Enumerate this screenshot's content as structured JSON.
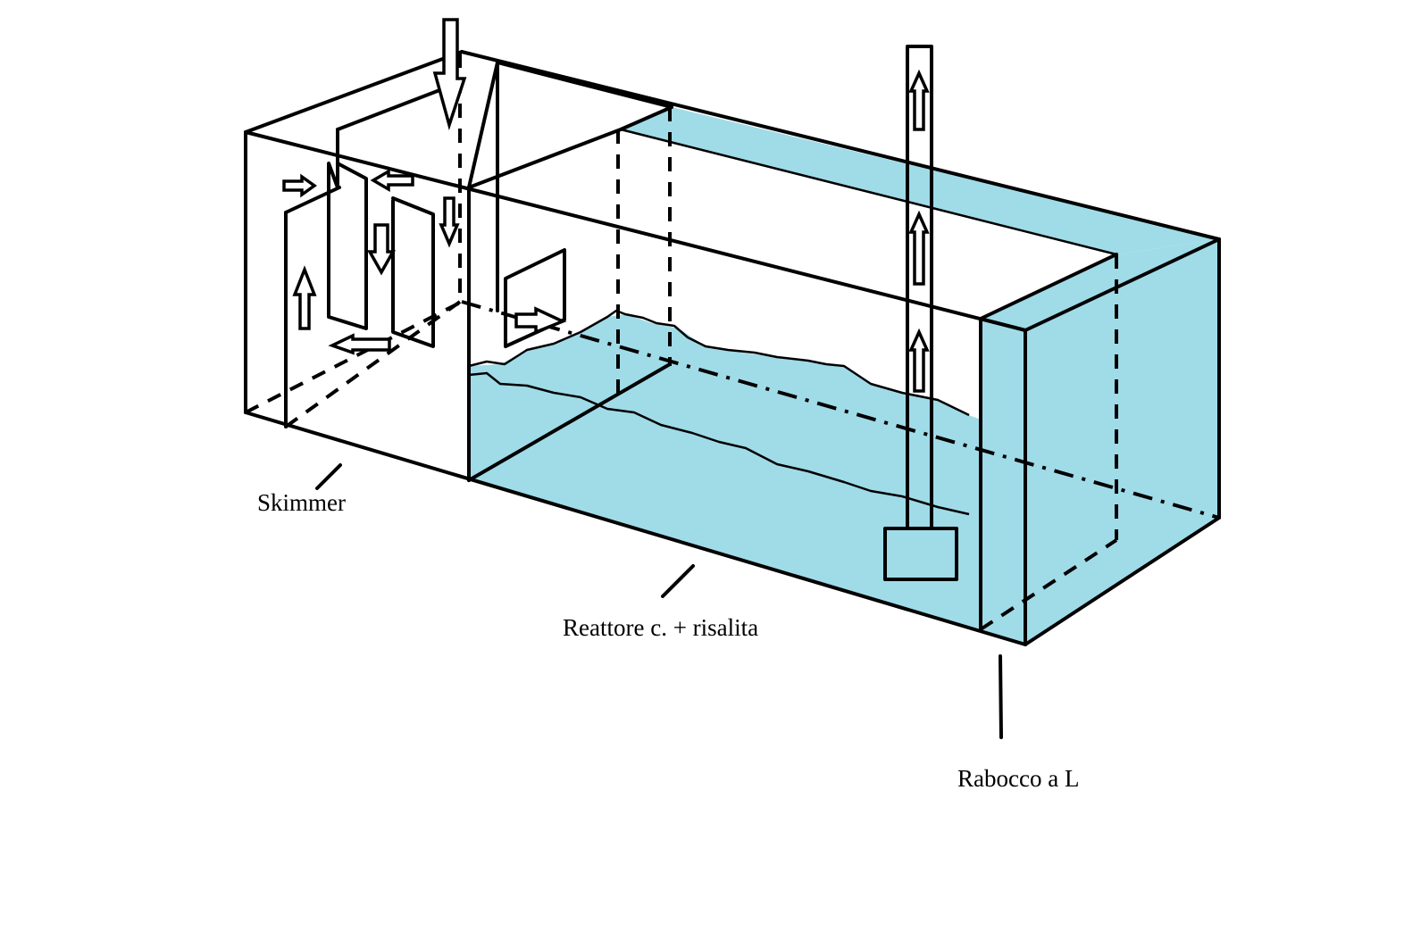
{
  "labels": {
    "skimmer": "Skimmer",
    "reactor": "Reattore c. + risalita",
    "topup": "Rabocco a L"
  },
  "colors": {
    "water": "#a0dbe8",
    "line": "#000000",
    "background": "#ffffff"
  }
}
